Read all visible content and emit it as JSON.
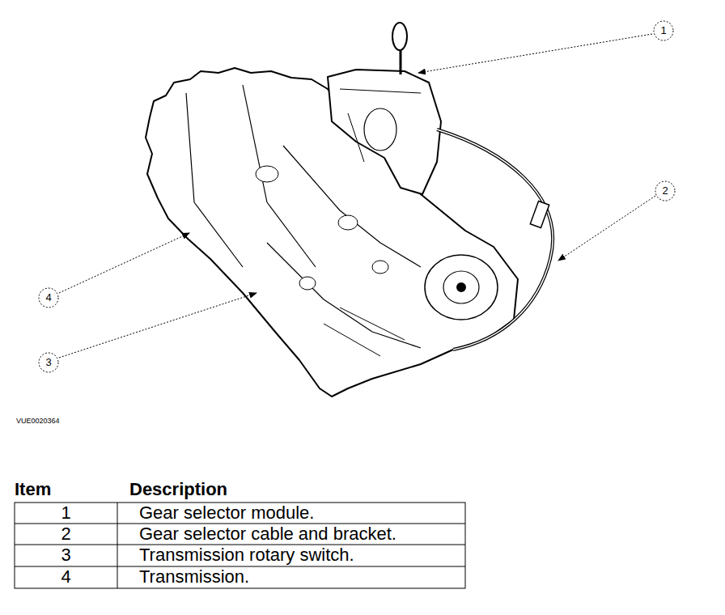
{
  "diagram": {
    "labels": [
      "1",
      "2",
      "4",
      "3",
      "VUE0020364",
      "Item",
      "Description",
      "1",
      "Gear selector module.",
      "2",
      "Gear selector cable and bracket.",
      "3",
      "Transmission rotary switch.",
      "4",
      "Transmission."
    ]
  }
}
